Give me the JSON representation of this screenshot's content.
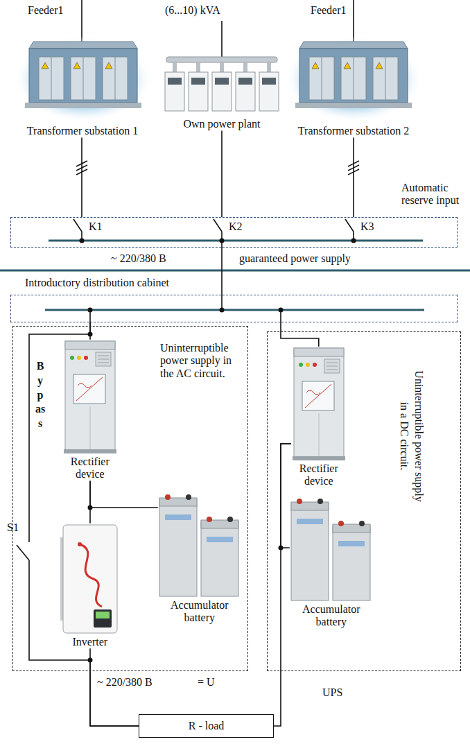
{
  "diagram": {
    "nodes": [
      {
        "text": [
          "Transformer substation 1"
        ]
      },
      {
        "text": [
          "Own power plant"
        ]
      },
      {
        "text": [
          "Transformer substation 2"
        ]
      },
      {
        "text": [
          "Automatic reserve input"
        ]
      },
      {
        "text": [
          "Introductory distribution cabinet"
        ]
      },
      {
        "text": [
          "Uninterruptible power supply in the AC circuit."
        ]
      },
      {
        "text": [
          "Rectifier device"
        ],
        "in": 5
      },
      {
        "text": [
          "Accumulator battery"
        ],
        "in": 5
      },
      {
        "text": [
          "Inverter"
        ],
        "in": 5
      },
      {
        "text": [
          "Uninterruptible power supply in a DC circuit."
        ]
      },
      {
        "text": [
          "Rectifier device"
        ],
        "in": 9
      },
      {
        "text": [
          "Accumulator battery"
        ],
        "in": 9
      },
      {
        "text": [
          "R - load"
        ]
      }
    ],
    "edges": [
      {
        "from": 0,
        "to": 3,
        "arrow": "none"
      },
      {
        "from": 1,
        "to": 3,
        "arrow": "none"
      },
      {
        "from": 2,
        "to": 3,
        "arrow": "none"
      },
      {
        "from": 3,
        "to": 4,
        "arrow": "none"
      },
      {
        "from": 4,
        "to": 6,
        "arrow": "none"
      },
      {
        "from": 4,
        "to": 12,
        "label": "Bypass",
        "arrow": "none"
      },
      {
        "from": 6,
        "to": 8,
        "arrow": "none"
      },
      {
        "from": 6,
        "to": 7,
        "arrow": "none"
      },
      {
        "from": 8,
        "to": 12,
        "arrow": "none"
      },
      {
        "from": 4,
        "to": 10,
        "arrow": "none"
      },
      {
        "from": 10,
        "to": 12,
        "arrow": "none"
      },
      {
        "from": 10,
        "to": 11,
        "arrow": "none"
      }
    ],
    "labels": [
      "Feeder1",
      "(6...10) kVA",
      "Feeder1",
      "K1",
      "K2",
      "K3",
      "~ 220/380 B",
      "guaranteed power supply",
      "S1",
      "~ 220/380 B",
      "= U",
      "UPS"
    ]
  }
}
